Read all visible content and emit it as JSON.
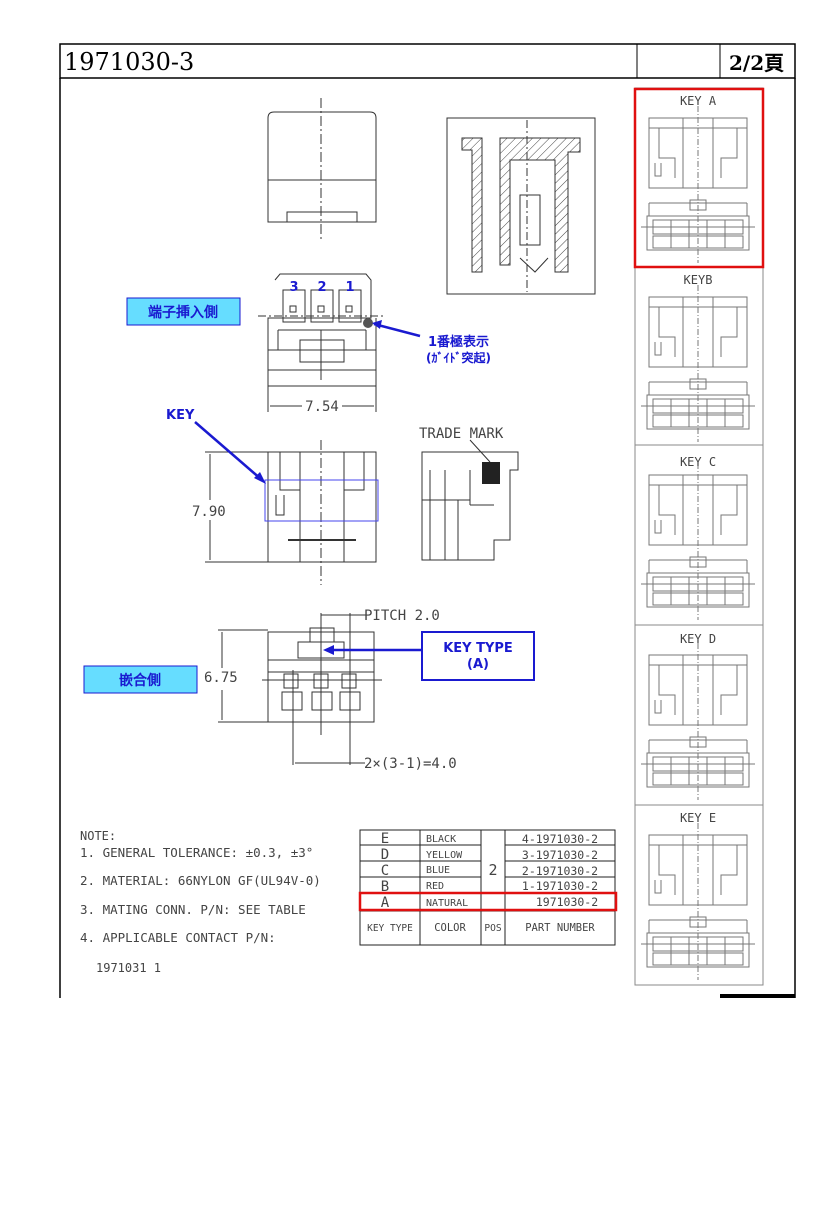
{
  "header": {
    "drawing_number": "1971030-3",
    "page": "2/2頁"
  },
  "labels": {
    "terminal_insertion_side": "端子挿入側",
    "mating_side": "嵌合側",
    "pin1_indicator_line1": "1番極表示",
    "pin1_indicator_line2": "(ｶﾞｲﾄﾞ突起)",
    "key": "KEY",
    "trade_mark": "TRADE MARK",
    "key_type_line1": "KEY TYPE",
    "key_type_line2": "(A)",
    "pin_numbers": [
      "3",
      "2",
      "1"
    ]
  },
  "dimensions": {
    "width": "7.54",
    "height": "7.90",
    "mating_height": "6.75",
    "pitch": "PITCH 2.0",
    "span": "2×(3-1)=4.0"
  },
  "key_panels": [
    "KEY A",
    "KEYB",
    "KEY C",
    "KEY D",
    "KEY E"
  ],
  "notes": {
    "title": "NOTE:",
    "items": [
      "1. GENERAL TOLERANCE: ±0.3, ±3°",
      "2. MATERIAL: 66NYLON GF(UL94V-0)",
      "3. MATING CONN. P/N: SEE TABLE",
      "4. APPLICABLE CONTACT P/N:"
    ],
    "contact_pn": "1971031 1"
  },
  "table": {
    "headers": [
      "KEY TYPE",
      "COLOR",
      "POS",
      "PART NUMBER"
    ],
    "pos": "2",
    "rows": [
      {
        "key": "E",
        "color": "BLACK",
        "part": "4-1971030-2"
      },
      {
        "key": "D",
        "color": "YELLOW",
        "part": "3-1971030-2"
      },
      {
        "key": "C",
        "color": "BLUE",
        "part": "2-1971030-2"
      },
      {
        "key": "B",
        "color": "RED",
        "part": "1-1971030-2"
      },
      {
        "key": "A",
        "color": "NATURAL",
        "part": "1971030-2"
      }
    ]
  },
  "colors": {
    "highlight": "#e01010",
    "annotation": "#1a1ad0",
    "label_bg": "#66ddff"
  }
}
